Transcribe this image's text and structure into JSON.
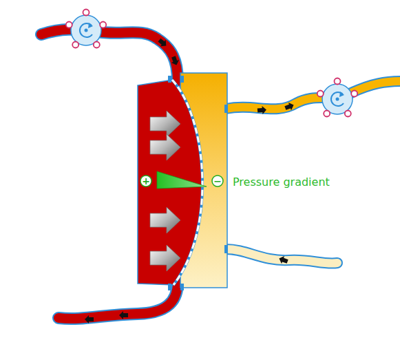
{
  "diagram": {
    "labels": [
      "+",
      "−",
      "Pressure gradient"
    ]
  }
}
